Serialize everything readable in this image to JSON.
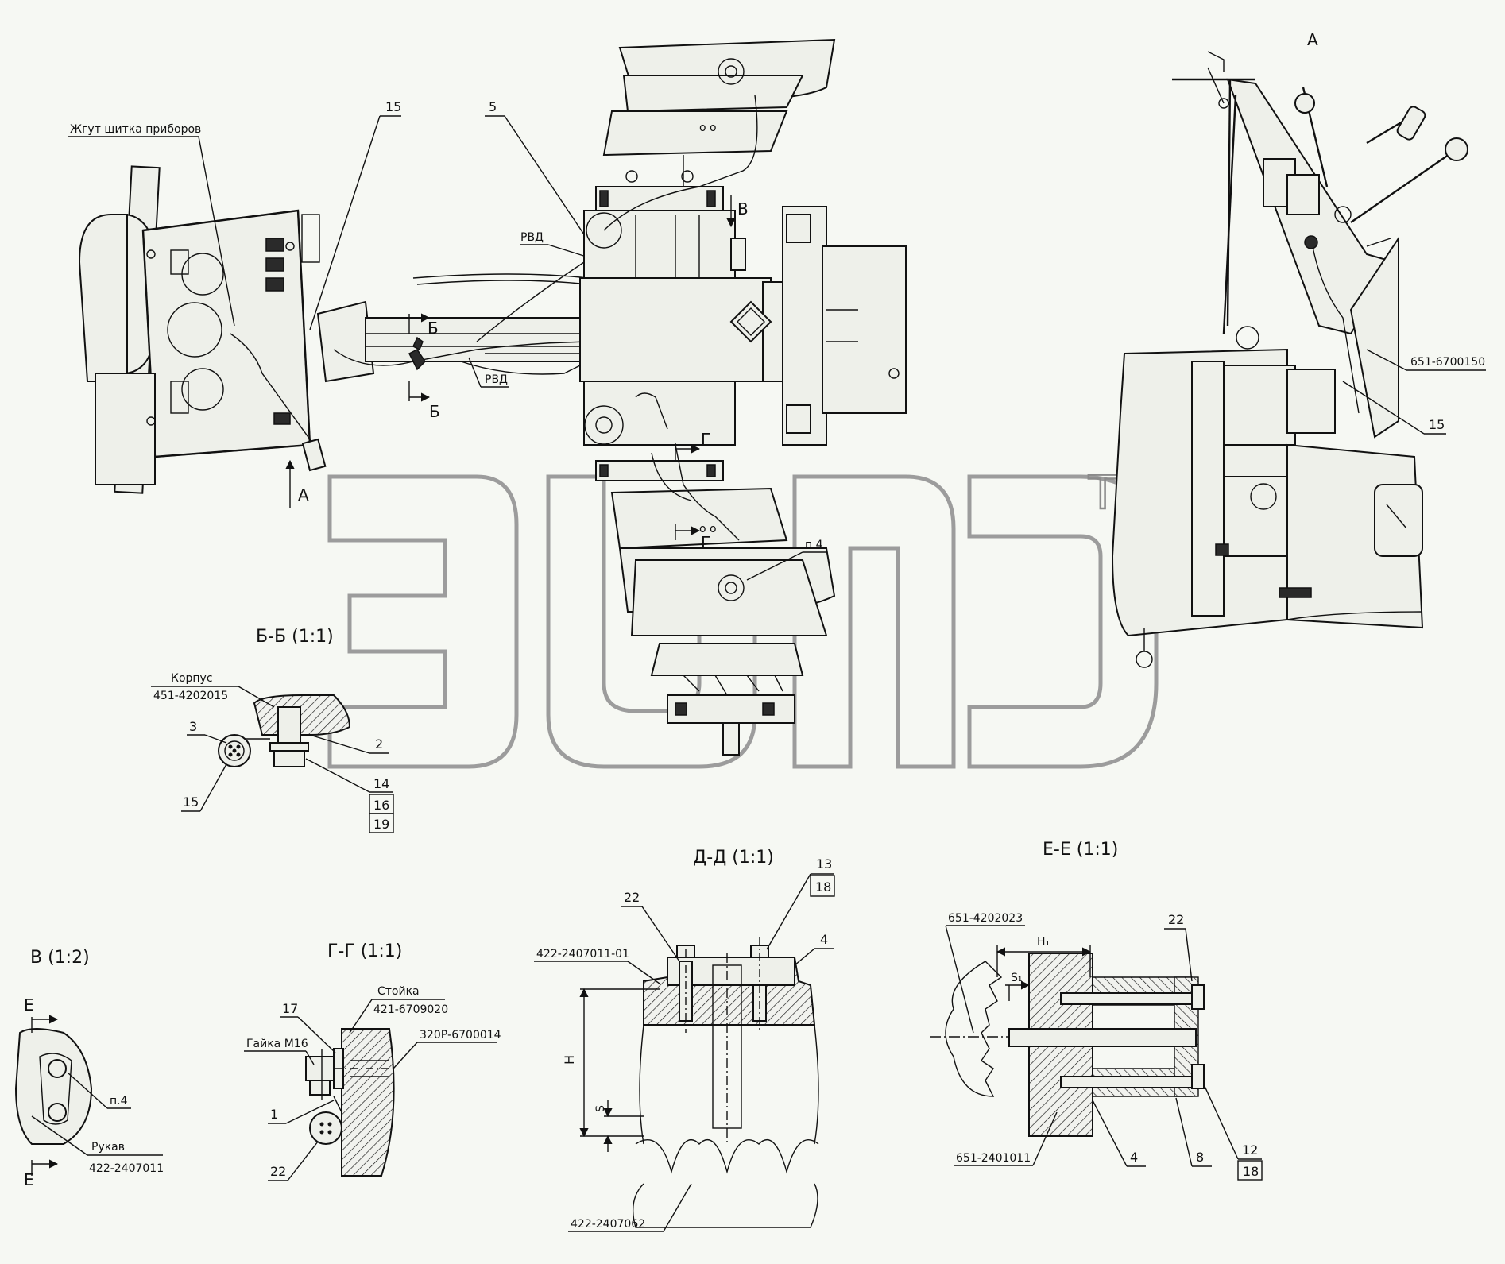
{
  "watermark": {
    "trademark": "TM"
  },
  "main_view": {
    "harness_label": "Жгут щитка приборов",
    "label_rvd": "РВД",
    "view_a": "А",
    "view_b": "В",
    "section_b": "Б",
    "section_g": "Г",
    "callout_15": "15",
    "callout_5": "5",
    "point_4": "п.4"
  },
  "view_a": {
    "title": "А",
    "part_number": "651-6700150",
    "callout_15": "15"
  },
  "section_bb": {
    "title": "Б-Б (1:1)",
    "housing_label": "Корпус",
    "housing_number": "451-4202015",
    "callouts": [
      "3",
      "2",
      "15",
      "14",
      "16",
      "19"
    ]
  },
  "view_v": {
    "title": "В (1:2)",
    "mark_e": "Е",
    "point_4": "п.4",
    "sleeve_label": "Рукав",
    "sleeve_number": "422-2407011"
  },
  "section_gg": {
    "title": "Г-Г (1:1)",
    "post_label": "Стойка",
    "post_number": "421-6709020",
    "part_number": "320Р-6700014",
    "nut_label": "Гайка М16",
    "callouts": [
      "17",
      "1",
      "22"
    ]
  },
  "section_dd": {
    "title": "Д-Д (1:1)",
    "top_callout": "13",
    "boxed_callout": "18",
    "callout_22": "22",
    "callout_4": "4",
    "part_number_top": "422-2407011-01",
    "part_number_bottom": "422-2407062",
    "dim_h": "H",
    "dim_s": "S"
  },
  "section_ee": {
    "title": "Е-Е (1:1)",
    "part_number_top": "651-4202023",
    "part_number_bottom": "651-2401011",
    "dim_h1": "H₁",
    "dim_s1": "S₁",
    "callout_22": "22",
    "callout_4": "4",
    "callout_8": "8",
    "callout_12": "12",
    "boxed_callout": "18"
  }
}
